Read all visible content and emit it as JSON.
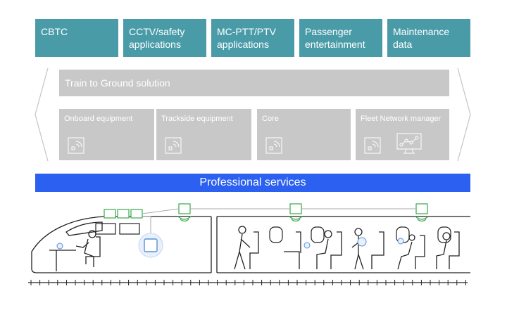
{
  "applications": [
    {
      "label": "CBTC"
    },
    {
      "label": "CCTV/safety\napplications"
    },
    {
      "label": "MC-PTT/PTV\napplications"
    },
    {
      "label": "Passenger\nentertainment"
    },
    {
      "label": "Maintenance\ndata"
    }
  ],
  "train_to_ground": {
    "label": "Train to Ground solution"
  },
  "modules": [
    {
      "label": "Onboard equipment",
      "icon": "wireless-device-icon"
    },
    {
      "label": "Trackside equipment",
      "icon": "wireless-device-icon"
    },
    {
      "label": "Core",
      "icon": "wireless-device-icon"
    },
    {
      "label": "Fleet Network manager",
      "icon": "wireless-device-icon",
      "extra_icon": "monitor-network-icon"
    }
  ],
  "professional_services": {
    "label": "Professional services"
  },
  "colors": {
    "application_box": "#4a9ba8",
    "grey_panel": "#c8c8c8",
    "professional_bar": "#2b60f0",
    "equipment_green": "#3aa84a",
    "accent_blue": "#5b8fd8",
    "line_dark": "#222222"
  }
}
